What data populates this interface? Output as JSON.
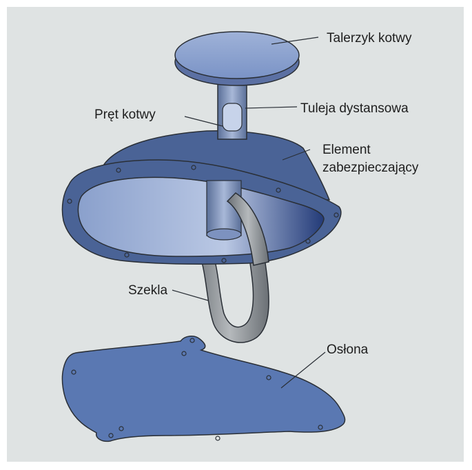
{
  "diagram": {
    "labels": {
      "anchor_plate": "Talerzyk kotwy",
      "spacer_sleeve": "Tuleja dystansowa",
      "anchor_rod": "Pręt kotwy",
      "securing_element_line1": "Element",
      "securing_element_line2": "zabezpieczający",
      "shackle": "Szekla",
      "cover": "Osłona"
    },
    "colors": {
      "background": "#dfe3e3",
      "dark_blue": "#4a6396",
      "mid_blue": "#6e87bb",
      "light_blue": "#9fb3d6",
      "steel_gray": "#8a8f93",
      "outline": "#2a2f36"
    }
  }
}
